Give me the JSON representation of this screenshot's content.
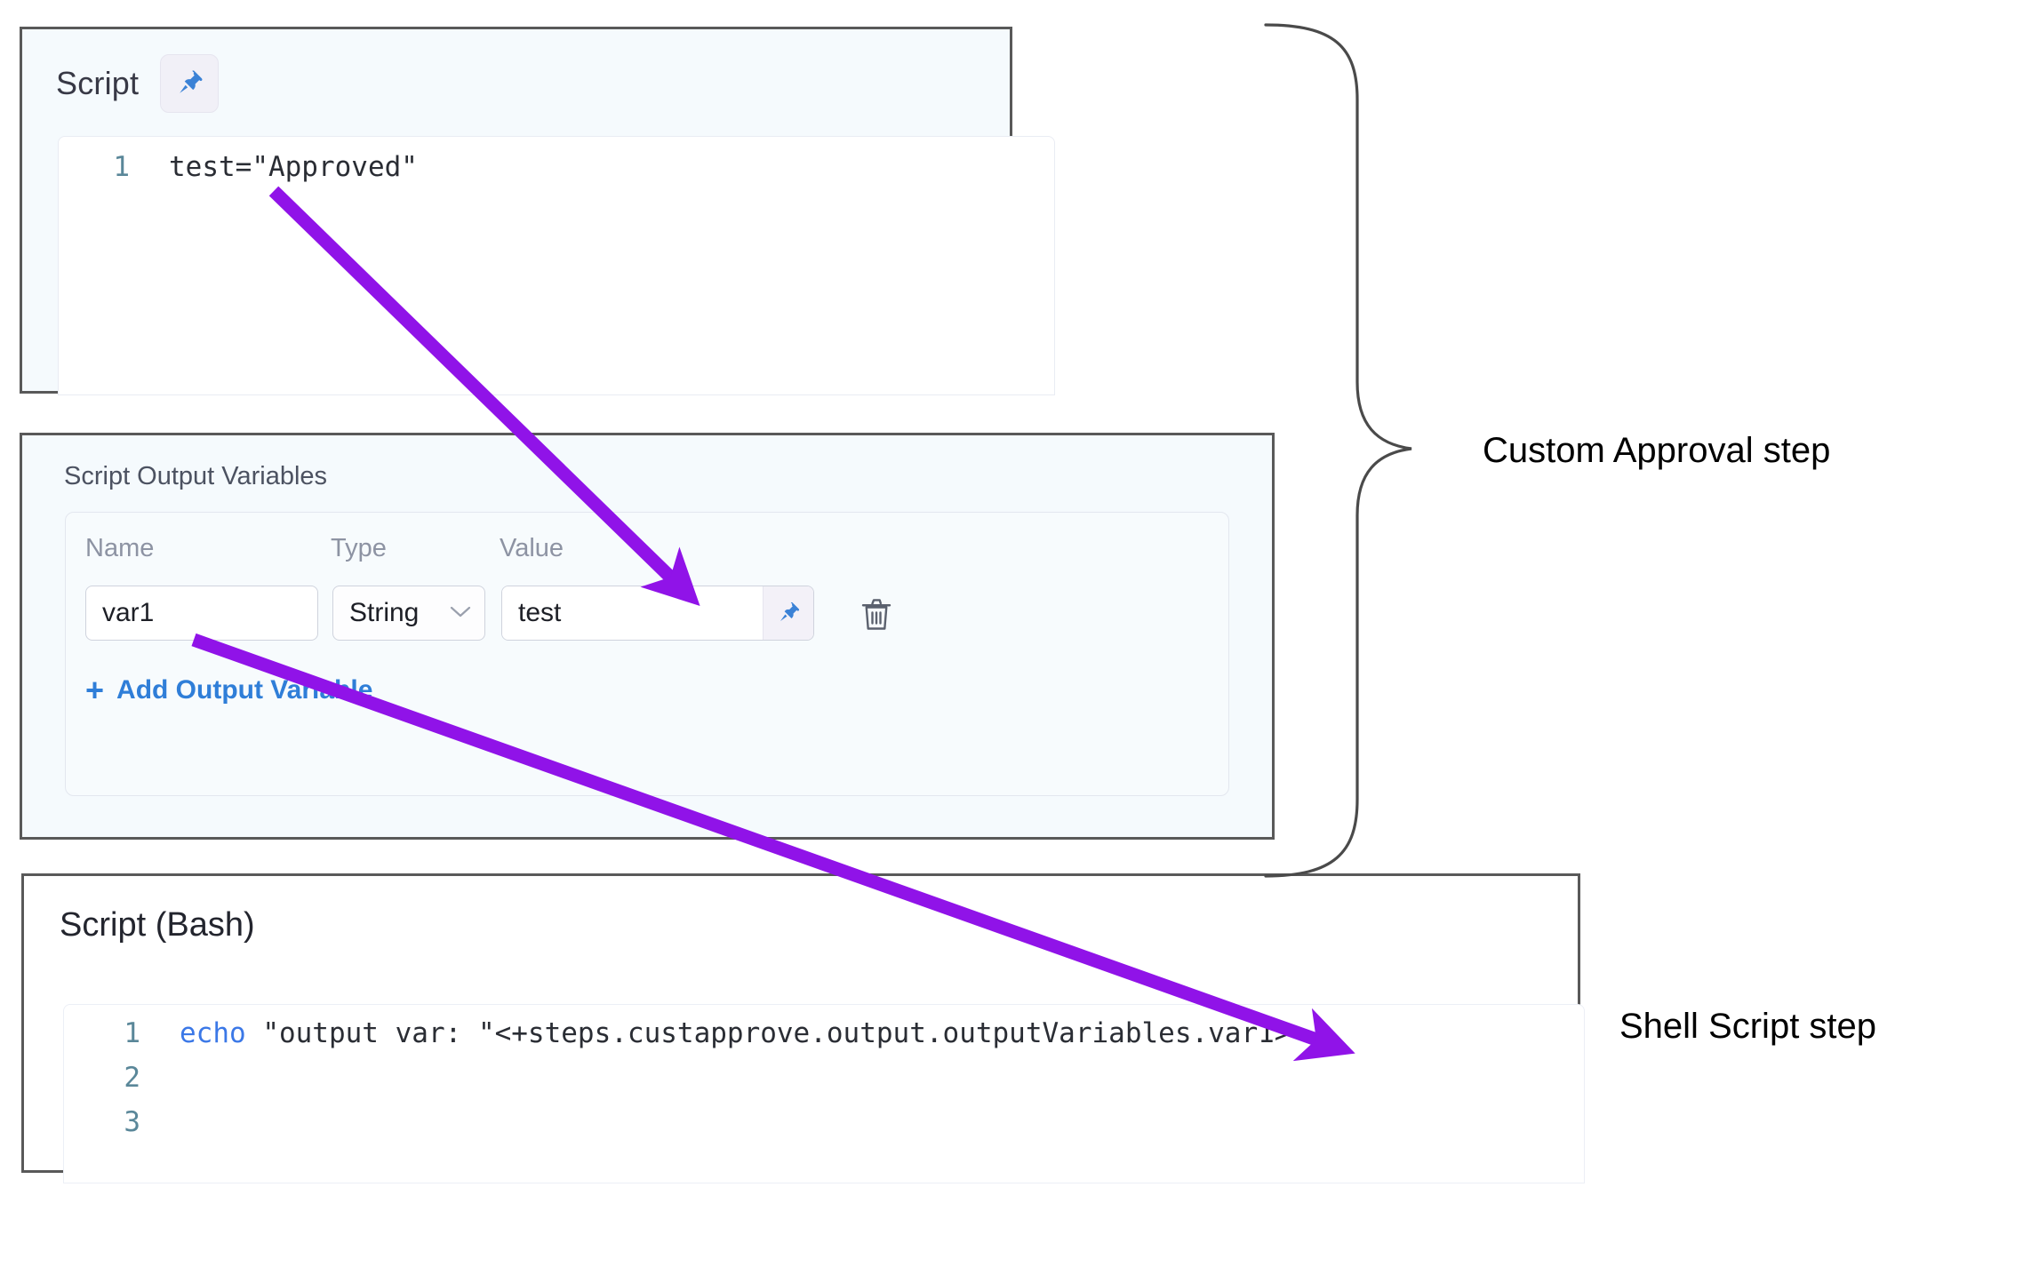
{
  "script_panel": {
    "label": "Script",
    "pin_icon": "pin-icon",
    "code": [
      {
        "line_no": "1",
        "text": "test=\"Approved\""
      }
    ]
  },
  "script_output_variables": {
    "title": "Script Output Variables",
    "columns": [
      "Name",
      "Type",
      "Value"
    ],
    "rows": [
      {
        "name": "var1",
        "type": "String",
        "type_chevron": "chevron-down-icon",
        "value": "test",
        "value_pin_icon": "pin-icon",
        "delete_icon": "trash-icon"
      }
    ],
    "add_variable_label": "Add Output Variable",
    "add_variable_plus": "+"
  },
  "bash_panel": {
    "title": "Script (Bash)",
    "code": [
      {
        "line_no": "1",
        "keyword": "echo",
        "text": " \"output var: \"<+steps.custapprove.output.outputVariables.var1>"
      },
      {
        "line_no": "2",
        "keyword": "",
        "text": ""
      },
      {
        "line_no": "3",
        "keyword": "",
        "text": ""
      }
    ]
  },
  "annotations": {
    "custom_approval": "Custom Approval step",
    "shell_script": "Shell Script step"
  },
  "colors": {
    "arrow_purple": "#9013e8",
    "link_blue": "#2f7ed8",
    "pin_blue": "#3b82d6",
    "panel_border": "#595959",
    "panel_bg": "#f5fafd",
    "brace_stroke": "#4a4a4a"
  }
}
